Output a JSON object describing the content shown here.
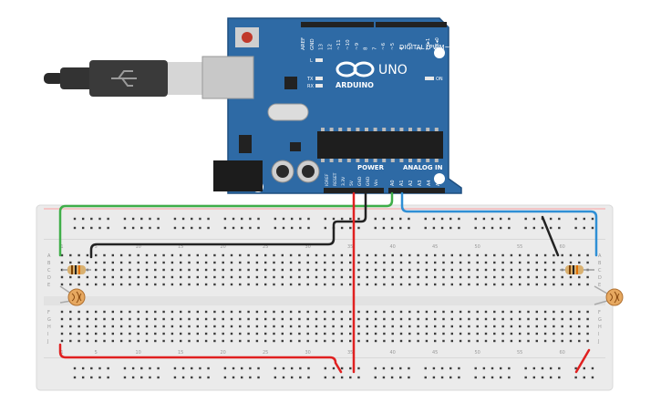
{
  "board": {
    "name": "UNO",
    "brand": "ARDUINO",
    "on_label": "ON",
    "l_label": "L",
    "tx_label": "TX",
    "rx_label": "RX",
    "digital_label": "DIGITAL (PWM~)",
    "power_label": "POWER",
    "analog_label": "ANALOG IN",
    "top_pins": [
      "AREF",
      "GND",
      "13",
      "12",
      "~11",
      "~10",
      "~9",
      "8",
      "7",
      "~6",
      "~5",
      "4",
      "~3",
      "2",
      "TX▸1",
      "RX◂0"
    ],
    "power_pins": [
      "IOREF",
      "RESET",
      "3.3V",
      "5V",
      "GND",
      "GND",
      "Vin"
    ],
    "analog_pins": [
      "A0",
      "A1",
      "A2",
      "A3",
      "A4",
      "A5"
    ],
    "colors": {
      "board": "#2e6aa5",
      "board_edge": "#1f4f80",
      "header": "#222222"
    }
  },
  "breadboard": {
    "rows": [
      "A",
      "B",
      "C",
      "D",
      "E",
      "F",
      "G",
      "H",
      "I",
      "J"
    ],
    "column_numbers": [
      "1",
      "5",
      "10",
      "15",
      "20",
      "25",
      "30",
      "35",
      "40",
      "45",
      "50",
      "55",
      "60"
    ],
    "colors": {
      "body": "#ebebeb",
      "hole": "#3c3c3c",
      "rail_red": "#d33",
      "rail_blue": "#3a7bd5"
    }
  },
  "wires": {
    "green": "#3fae49",
    "black": "#222222",
    "red": "#e02020",
    "blue": "#2f8fd5"
  }
}
